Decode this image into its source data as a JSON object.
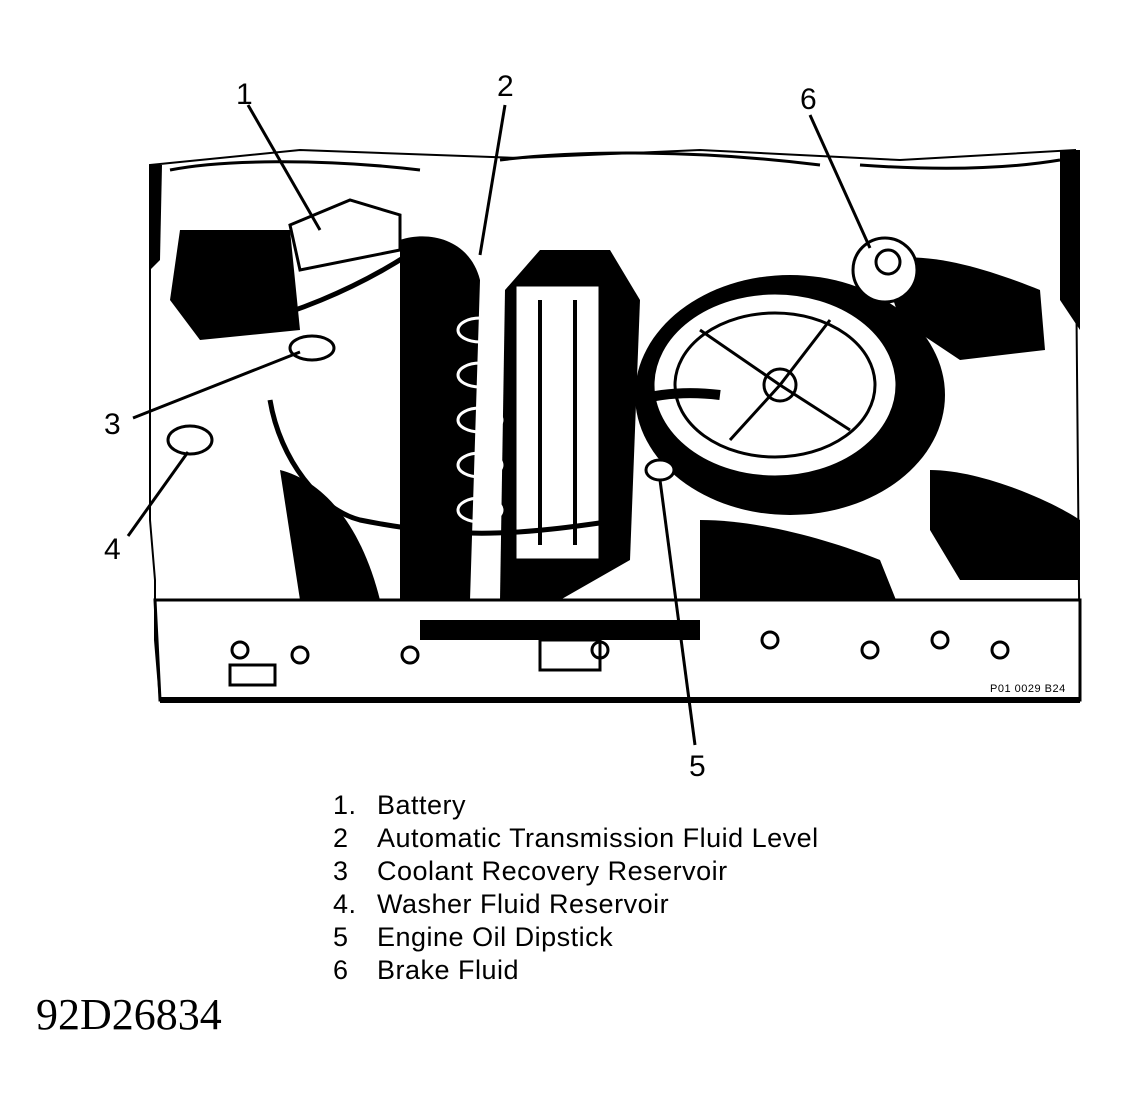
{
  "diagram": {
    "photo_code": "P01 0029 B24",
    "figure_id": "92D26834",
    "callouts": [
      {
        "number": "1",
        "label": "Battery"
      },
      {
        "number": "2",
        "label": "Automatic Transmission Fluid Level"
      },
      {
        "number": "3",
        "label": "Coolant Recovery Reservoir"
      },
      {
        "number": "4",
        "label": "Washer Fluid Reservoir"
      },
      {
        "number": "5",
        "label": "Engine Oil Dipstick"
      },
      {
        "number": "6",
        "label": "Brake Fluid"
      }
    ],
    "legend": [
      {
        "num": "1.",
        "text": "Battery"
      },
      {
        "num": "2",
        "text": "Automatic Transmission Fluid Level"
      },
      {
        "num": "3",
        "text": "Coolant Recovery Reservoir"
      },
      {
        "num": "4.",
        "text": "Washer Fluid Reservoir"
      },
      {
        "num": "5",
        "text": "Engine Oil Dipstick"
      },
      {
        "num": "6",
        "text": "Brake Fluid"
      }
    ]
  }
}
